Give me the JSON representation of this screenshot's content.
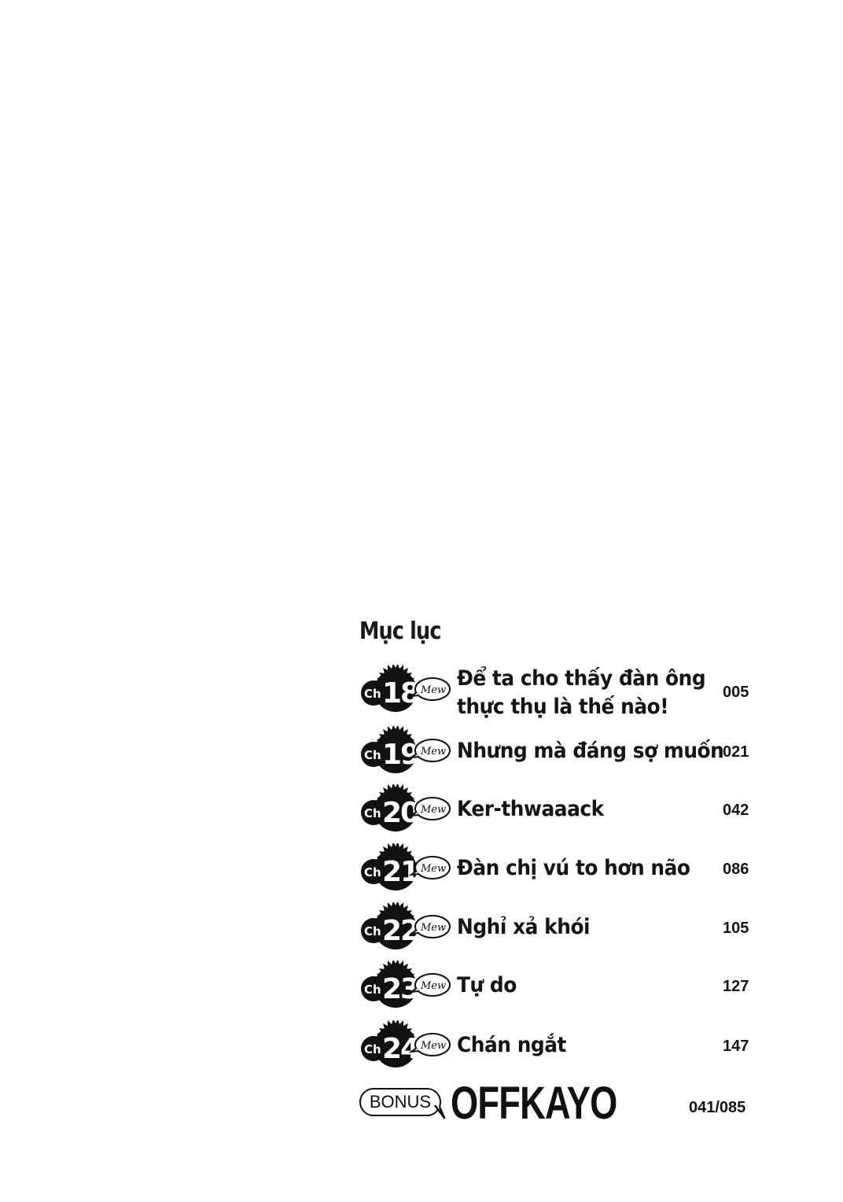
{
  "toc": {
    "title": "Mục lục",
    "badge": {
      "ch_label": "Ch",
      "bubble_label": "Mew"
    },
    "entries": [
      {
        "number": "18",
        "title_lines": [
          "Để ta cho thấy đàn ông",
          "thực thụ là thế nào!"
        ],
        "page": "005"
      },
      {
        "number": "19",
        "title_lines": [
          "Nhưng mà đáng sợ muốn"
        ],
        "page": "021"
      },
      {
        "number": "20",
        "title_lines": [
          "Ker-thwaaack"
        ],
        "page": "042"
      },
      {
        "number": "21",
        "title_lines": [
          "Đàn chị vú to hơn não"
        ],
        "page": "086"
      },
      {
        "number": "22",
        "title_lines": [
          "Nghỉ xả khói"
        ],
        "page": "105"
      },
      {
        "number": "23",
        "title_lines": [
          "Tự do"
        ],
        "page": "127"
      },
      {
        "number": "24",
        "title_lines": [
          "Chán ngắt"
        ],
        "page": "147"
      }
    ],
    "bonus": {
      "label": "BONUS",
      "title": "OFFKAYO",
      "page": "041/085"
    }
  }
}
